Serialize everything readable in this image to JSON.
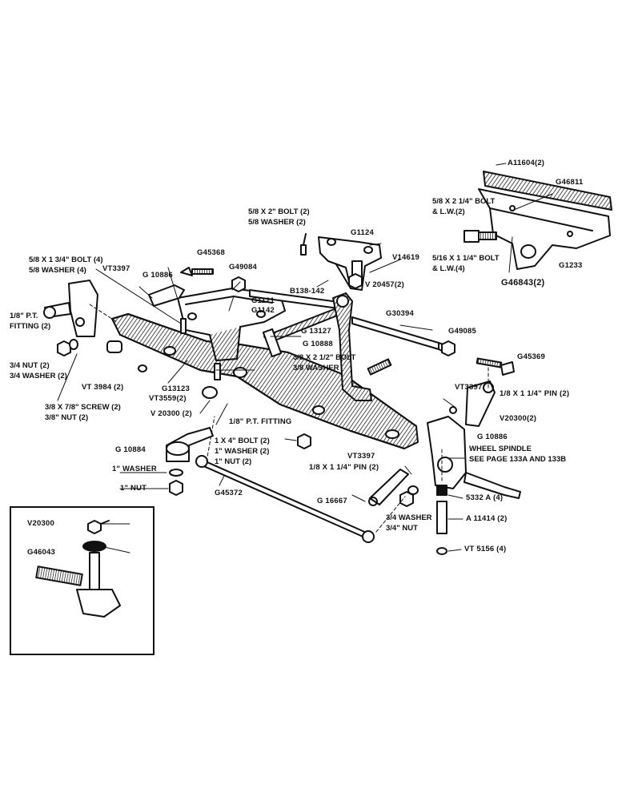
{
  "labels": {
    "a11604": "A11604(2)",
    "g46811": "G46811",
    "bolt_58x214": "5/8 X 2 1/4\" BOLT",
    "lw_2": "& L.W.(2)",
    "bolt_516x14": "5/16 X 1 1/4\" BOLT",
    "lw_4": "& L.W.(4)",
    "g46843": "G46843(2)",
    "g1233": "G1233",
    "bolt_58x2": "5/8 X 2\" BOLT (2)",
    "washer_58": "5/8 WASHER (2)",
    "g1124": "G1124",
    "v14619": "V14619",
    "v20457": "V 20457(2)",
    "g45368": "G45368",
    "g49084": "G49084",
    "b138": "B138-142",
    "g30394": "G30394",
    "vt3397_top": "VT3397",
    "g10886_top": "G 10886",
    "g1121": "G1121",
    "g1142": "G1142",
    "g13127": "G 13127",
    "g49085": "G49085",
    "bolt_58x134": "5/8 X 1 3/4\" BOLT (4)",
    "washer_58_4": "5/8 WASHER (4)",
    "g10888": "G 10888",
    "bolt_38x212": "3/8 X 2 1/2\" BOLT",
    "washer_38": "3/8 WASHER",
    "pt_fitting_2": "1/8\" P.T.",
    "fitting_2": "FITTING (2)",
    "nut_34": "3/4 NUT (2)",
    "washer_34": "3/4 WASHER (2)",
    "vt3984": "VT 3984 (2)",
    "g13123": "G13123",
    "vt3559": "VT3559(2)",
    "g45369": "G45369",
    "vt3397_right": "VT3397",
    "pin_18x114_right": "1/8 X 1 1/4\" PIN (2)",
    "screw_38x78": "3/8 X 7/8\" SCREW (2)",
    "nut_38": "3/8\" NUT (2)",
    "v20300_mid": "V 20300 (2)",
    "pt_fitting_mid": "1/8\" P.T. FITTING",
    "v20300_right": "V20300(2)",
    "g10886_right": "G 10886",
    "g10884": "G 10884",
    "bolt_1x4": "1 X 4\" BOLT (2)",
    "washer_1_2": "1\" WASHER (2)",
    "nut_1_2": "1\" NUT (2)",
    "wheel_spindle": "WHEEL SPINDLE",
    "see_page": "SEE PAGE 133A AND 133B",
    "washer_1": "1\" WASHER",
    "vt3397_mid": "VT3397",
    "pin_18x114_mid": "1/8 X 1 1/4\" PIN (2)",
    "nut_1": "1\" NUT",
    "g45372": "G45372",
    "g16667": "G 16667",
    "p5332a": "5332 A (4)",
    "a11414": "A 11414 (2)",
    "washer_34_b": "3/4 WASHER",
    "nut_34_b": "3/4\" NUT",
    "vt5156": "VT 5156 (4)",
    "v20300_inset": "V20300",
    "g46043": "G46043"
  }
}
